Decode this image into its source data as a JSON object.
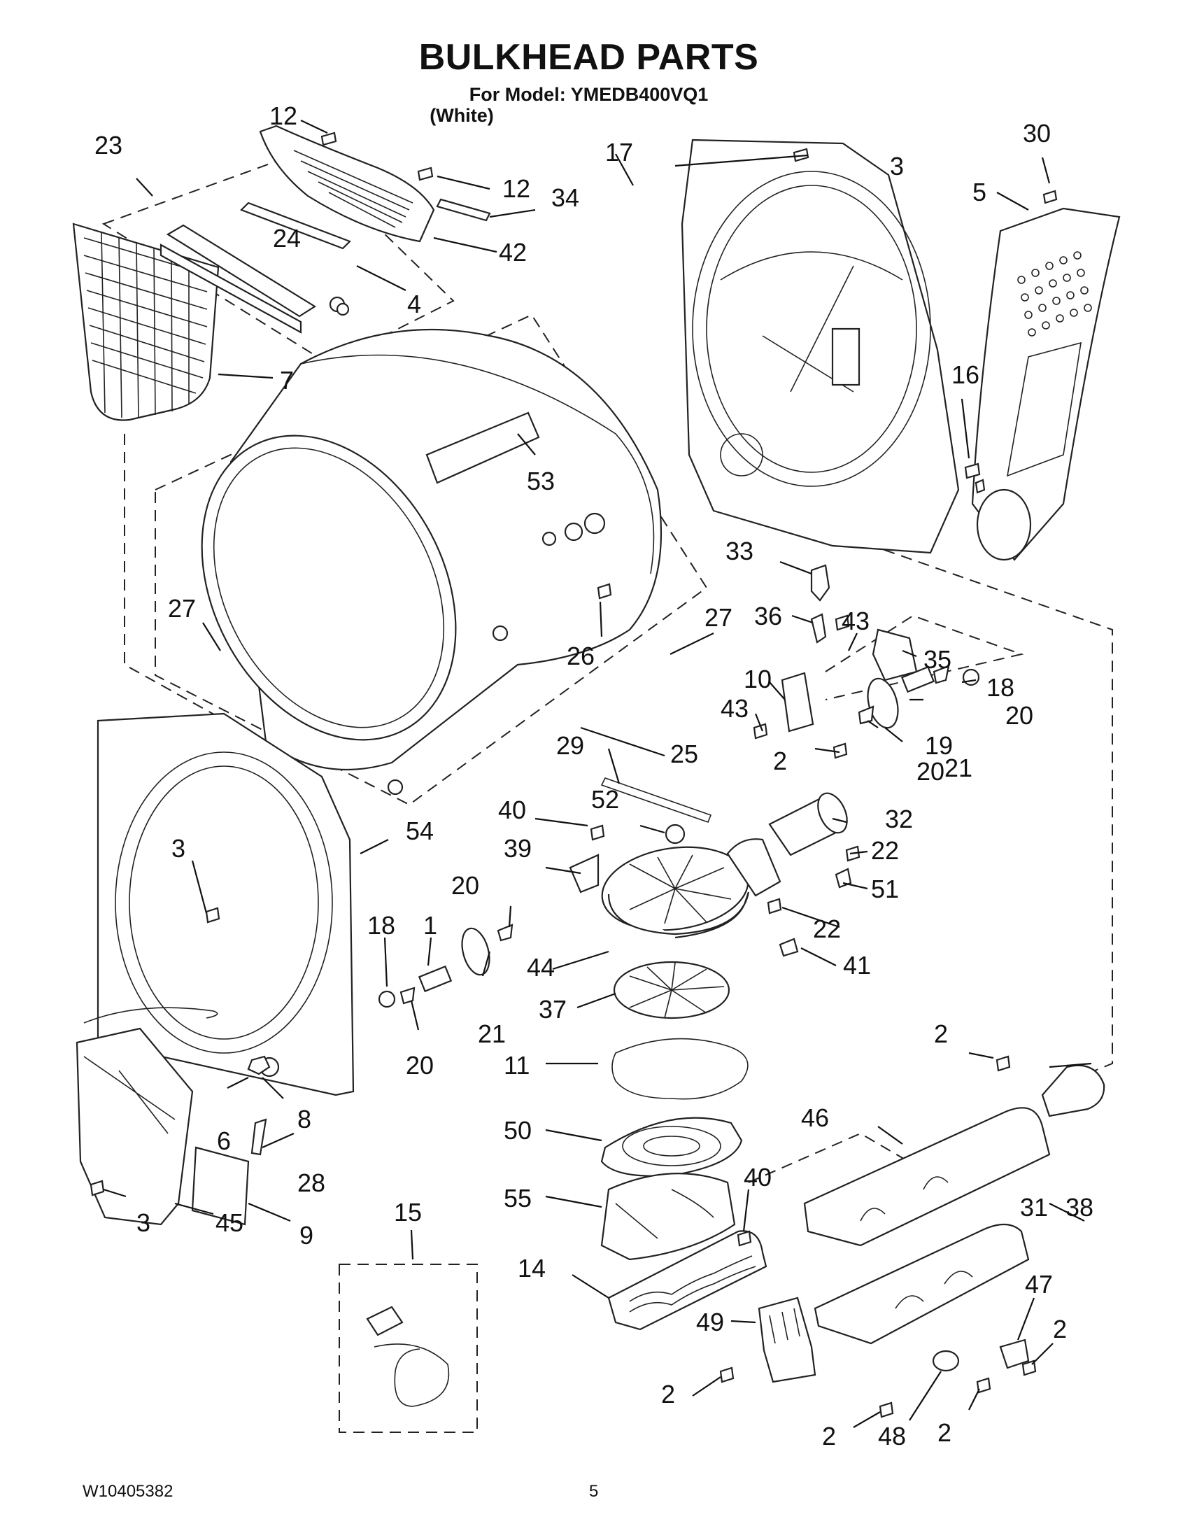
{
  "header": {
    "title": "BULKHEAD PARTS",
    "model_line": "For Model: YMEDB400VQ1",
    "variant": "(White)"
  },
  "footer": {
    "doc_number": "W10405382",
    "page_number": "5"
  },
  "callouts": [
    {
      "num": "12",
      "part": "screw-top"
    },
    {
      "num": "23",
      "part": "lint-housing-group"
    },
    {
      "num": "12",
      "part": "screw-grille"
    },
    {
      "num": "34",
      "part": "seal-strip"
    },
    {
      "num": "42",
      "part": "lint-grille"
    },
    {
      "num": "24",
      "part": "spring"
    },
    {
      "num": "4",
      "part": "lint-screen-guide"
    },
    {
      "num": "7",
      "part": "lint-screen"
    },
    {
      "num": "17",
      "part": "rear-bulkhead"
    },
    {
      "num": "3",
      "part": "screw-rear"
    },
    {
      "num": "30",
      "part": "screw-cover"
    },
    {
      "num": "5",
      "part": "rear-cover-screw"
    },
    {
      "num": "16",
      "part": "nut"
    },
    {
      "num": "53",
      "part": "drum-baffle"
    },
    {
      "num": "27",
      "part": "drum-seal-front"
    },
    {
      "num": "26",
      "part": "screw-drum"
    },
    {
      "num": "27",
      "part": "drum-seal-rear"
    },
    {
      "num": "33",
      "part": "sensor-bulb"
    },
    {
      "num": "36",
      "part": "thermostat-clip"
    },
    {
      "num": "43",
      "part": "screw-bracket"
    },
    {
      "num": "35",
      "part": "bracket"
    },
    {
      "num": "10",
      "part": "plate"
    },
    {
      "num": "18",
      "part": "washer-rear"
    },
    {
      "num": "43",
      "part": "screw-plate"
    },
    {
      "num": "20",
      "part": "clip-rear"
    },
    {
      "num": "25",
      "part": "drum"
    },
    {
      "num": "19",
      "part": "roller-shaft-rear"
    },
    {
      "num": "29",
      "part": "drive-belt"
    },
    {
      "num": "2",
      "part": "screw-roller"
    },
    {
      "num": "21",
      "part": "drum-roller-rear"
    },
    {
      "num": "20",
      "part": "clip-rear-2"
    },
    {
      "num": "52",
      "part": "blower-nut"
    },
    {
      "num": "40",
      "part": "screw-blower"
    },
    {
      "num": "32",
      "part": "exhaust-duct"
    },
    {
      "num": "39",
      "part": "blower-bracket"
    },
    {
      "num": "22",
      "part": "screw-exhaust"
    },
    {
      "num": "54",
      "part": "front-bulkhead"
    },
    {
      "num": "51",
      "part": "clamp"
    },
    {
      "num": "3",
      "part": "screw-front"
    },
    {
      "num": "20",
      "part": "clip-front"
    },
    {
      "num": "22",
      "part": "screw-blower-housing"
    },
    {
      "num": "18",
      "part": "washer-front"
    },
    {
      "num": "1",
      "part": "roller-shaft-front"
    },
    {
      "num": "44",
      "part": "blower-housing"
    },
    {
      "num": "41",
      "part": "thermistor"
    },
    {
      "num": "37",
      "part": "blower-wheel"
    },
    {
      "num": "21",
      "part": "drum-roller-front"
    },
    {
      "num": "20",
      "part": "clip-front-2"
    },
    {
      "num": "11",
      "part": "gasket"
    },
    {
      "num": "2",
      "part": "screw-heater"
    },
    {
      "num": "6",
      "part": "wire-harness"
    },
    {
      "num": "8",
      "part": "nut-front"
    },
    {
      "num": "46",
      "part": "heater-housing-cover"
    },
    {
      "num": "50",
      "part": "blower-seal"
    },
    {
      "num": "28",
      "part": "clip-front-panel"
    },
    {
      "num": "3",
      "part": "screw-lint-duct"
    },
    {
      "num": "45",
      "part": "lint-duct"
    },
    {
      "num": "9",
      "part": "lint-duct-seal"
    },
    {
      "num": "55",
      "part": "blower-cover"
    },
    {
      "num": "40",
      "part": "screw-heater-cover"
    },
    {
      "num": "31",
      "part": "heater-housing"
    },
    {
      "num": "38",
      "part": "heat-shield"
    },
    {
      "num": "15",
      "part": "wire-kit"
    },
    {
      "num": "14",
      "part": "heating-element"
    },
    {
      "num": "47",
      "part": "thermal-fuse"
    },
    {
      "num": "49",
      "part": "heater-bracket"
    },
    {
      "num": "2",
      "part": "screw-fuse"
    },
    {
      "num": "2",
      "part": "screw-bracket-bottom"
    },
    {
      "num": "2",
      "part": "screw-housing-bottom"
    },
    {
      "num": "48",
      "part": "high-limit-thermostat"
    },
    {
      "num": "2",
      "part": "screw-thermostat"
    }
  ]
}
